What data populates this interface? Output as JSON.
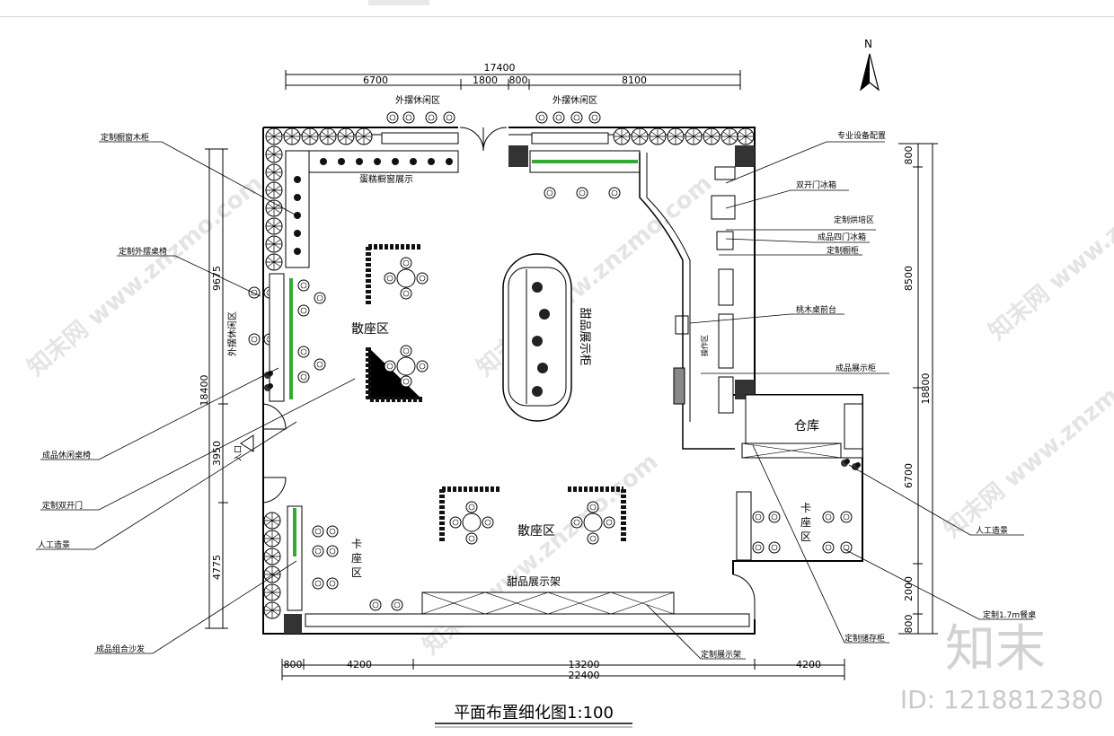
{
  "plan": {
    "title": "平面布置细化图1:100",
    "north": "N",
    "dims_top": {
      "total": "17400",
      "a": "6700",
      "b": "1800",
      "c": "800",
      "d": "8100"
    },
    "dims_bottom": {
      "a": "800",
      "b": "4200",
      "c": "13200",
      "total": "22400",
      "d": "4200"
    },
    "dims_left": {
      "a": "9675",
      "total": "18400",
      "b": "3950",
      "c": "4775"
    },
    "dims_right": {
      "a": "800",
      "b": "8500",
      "total": "18800",
      "c": "6700",
      "d": "2000",
      "e": "800"
    },
    "zones": {
      "outdoor_top_left": "外摆休闲区",
      "outdoor_top_right": "外摆休闲区",
      "outdoor_left": "外摆休闲区",
      "cake_window": "蛋糕橱窗展示",
      "seating_upper": "散座区",
      "seating_lower": "散座区",
      "dessert_cabinet": "甜品展示柜",
      "booth_left_1": "卡",
      "booth_left_2": "座",
      "booth_left_3": "区",
      "booth_right_1": "卡",
      "booth_right_2": "座",
      "booth_right_3": "区",
      "warehouse": "仓库",
      "dessert_rack": "甜品展示架",
      "operation": "操作区",
      "entrance": "入口"
    },
    "callouts_left": [
      "定制橱窗木柜",
      "定制外摆桌椅",
      "成品休闲桌椅",
      "定制双开门",
      "人工造景",
      "成品组合沙发"
    ],
    "callouts_right": [
      "专业设备配置",
      "双开门冰箱",
      "定制烘培区",
      "成品四门冰箱",
      "定制橱柜",
      "桃木桌前台",
      "成品展示柜",
      "人工造景",
      "定制1.7m餐桌",
      "定制储存柜",
      "定制展示架"
    ]
  },
  "watermark": {
    "brand": "知末",
    "id_text": "ID: 1218812380",
    "site": "www.znzmo.com"
  }
}
